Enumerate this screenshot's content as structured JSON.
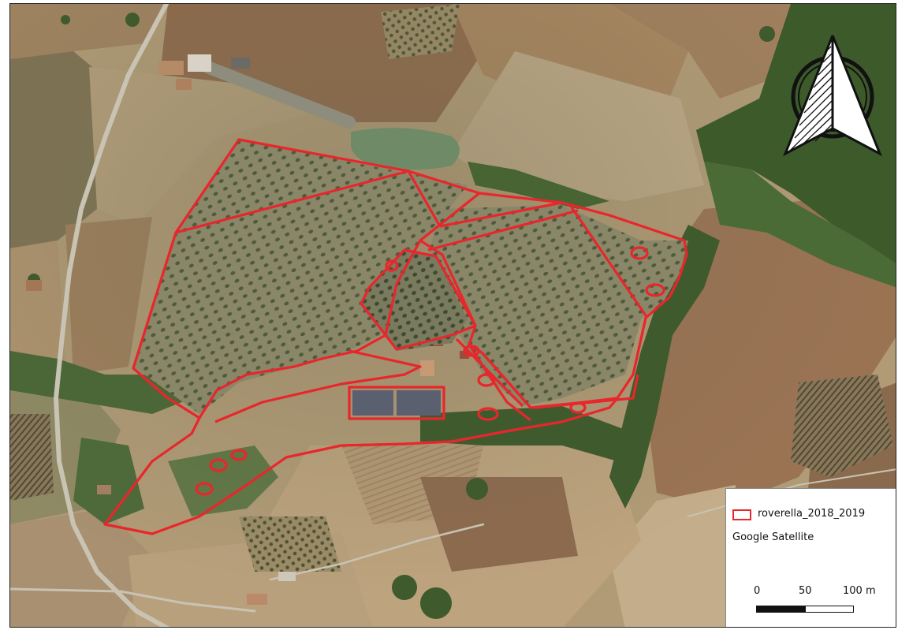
{
  "map": {
    "basemap": "Google Satellite",
    "feature_color": "#e8262c",
    "north_arrow_icon": "north-arrow-icon"
  },
  "legend": {
    "layer_label": "roverella_2018_2019",
    "basemap_label": "Google Satellite"
  },
  "scale_bar": {
    "labels": [
      "0",
      "50",
      "100 m"
    ]
  }
}
